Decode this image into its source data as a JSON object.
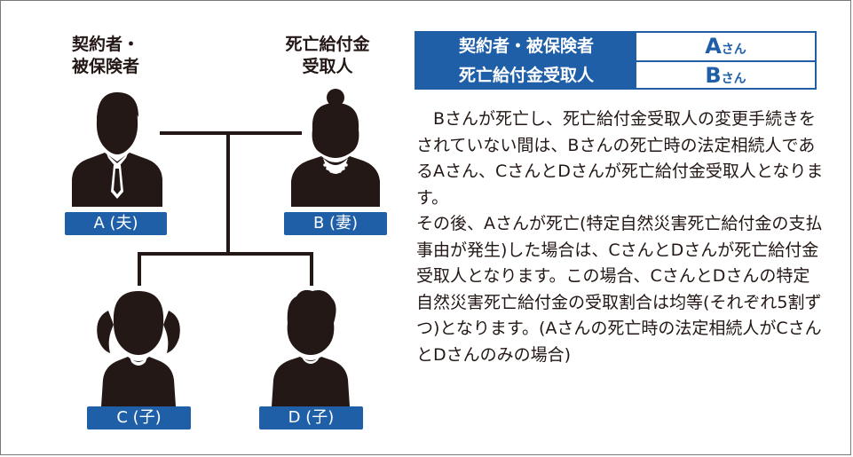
{
  "labels": {
    "contractor": "契約者・\n被保険者",
    "beneficiary": "死亡給付金\n受取人"
  },
  "people": {
    "a": "A (夫)",
    "b": "B (妻)",
    "c": "C (子)",
    "d": "D (子)"
  },
  "table": {
    "row1_key": "契約者・被保険者",
    "row1_val_big": "A",
    "row1_val_small": "さん",
    "row2_key": "死亡給付金受取人",
    "row2_val_big": "B",
    "row2_val_small": "さん"
  },
  "text": {
    "para1": "Bさんが死亡し、死亡給付金受取人の変更手続きをされていない間は、Bさんの死亡時の法定相続人であるAさん、CさんとDさんが死亡給付金受取人となります。",
    "para2": "その後、Aさんが死亡(特定自然災害死亡給付金の支払事由が発生)した場合は、CさんとDさんが死亡給付金受取人となります。この場合、CさんとDさんの特定自然災害死亡給付金の受取割合は均等(それぞれ5割ずつ)となります。(Aさんの死亡時の法定相続人がCさんとDさんのみの場合)"
  },
  "colors": {
    "accent": "#1f5fa8",
    "silhouette": "#231815"
  }
}
